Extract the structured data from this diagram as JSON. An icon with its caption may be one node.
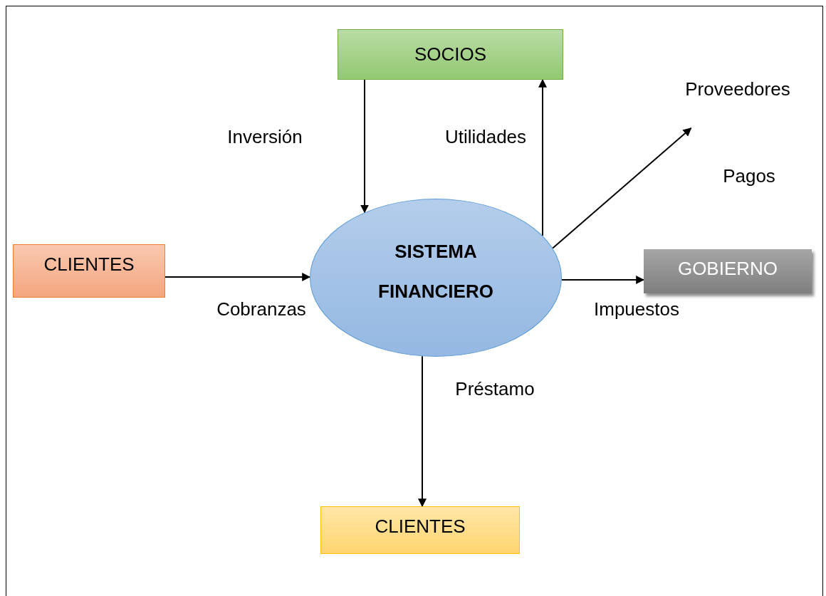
{
  "diagram": {
    "nodes": [
      {
        "text": [
          "SOCIOS"
        ]
      },
      {
        "text": [
          "Proveedores"
        ]
      },
      {
        "text": [
          "CLIENTES"
        ]
      },
      {
        "text": [
          "SISTEMA FINANCIERO"
        ]
      },
      {
        "text": [
          "GOBIERNO"
        ]
      },
      {
        "text": [
          "CLIENTES"
        ]
      }
    ],
    "edges": [
      {
        "from": 0,
        "to": 3,
        "arrow": "to",
        "label": "Inversión"
      },
      {
        "from": 3,
        "to": 0,
        "arrow": "to",
        "label": "Utilidades"
      },
      {
        "from": 3,
        "to": 1,
        "arrow": "to",
        "label": "Pagos"
      },
      {
        "from": 2,
        "to": 3,
        "arrow": "to",
        "label": "Cobranzas"
      },
      {
        "from": 3,
        "to": 4,
        "arrow": "to",
        "label": "Impuestos"
      },
      {
        "from": 3,
        "to": 5,
        "arrow": "to",
        "label": "Préstamo"
      }
    ]
  }
}
